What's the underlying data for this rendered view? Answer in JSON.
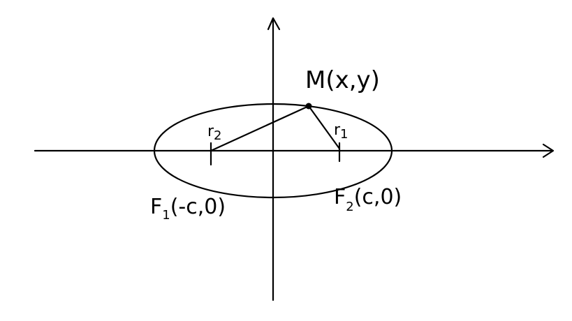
{
  "diagram": {
    "point_label": "M(x,y)",
    "r1_label": "r",
    "r1_sub": "1",
    "r2_label": "r",
    "r2_sub": "2",
    "f1_label": "F",
    "f1_sub": "1",
    "f1_coords": "(-c,0)",
    "f2_label": "F",
    "f2_sub": "2",
    "f2_coords": "(c,0)"
  }
}
